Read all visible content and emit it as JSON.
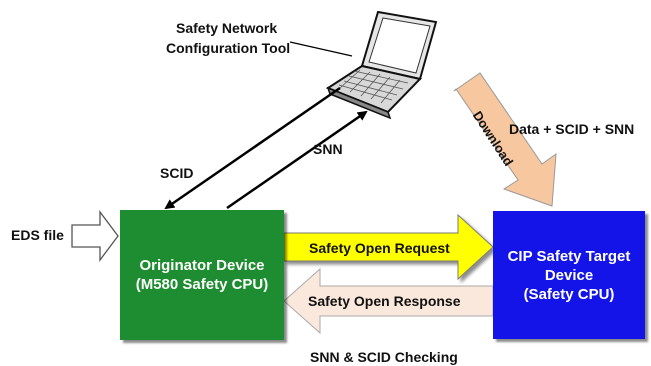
{
  "labels": {
    "tool_line1": "Safety Network",
    "tool_line2": "Configuration Tool",
    "scid": "SCID",
    "snn": "SNN",
    "data_scid_snn": "Data + SCID + SNN",
    "download": "Download",
    "eds_file": "EDS file",
    "open_request": "Safety Open Request",
    "open_response": "Safety Open Response",
    "checking": "SNN & SCID Checking"
  },
  "originator": {
    "line1": "Originator Device",
    "line2": "(M580 Safety CPU)",
    "color": "#1e8c30"
  },
  "target": {
    "line1": "CIP Safety Target",
    "line2": "Device",
    "line3": "(Safety CPU)",
    "color": "#1414e8"
  },
  "colors": {
    "request_arrow": "#ffff00",
    "response_arrow": "#fbe8dc",
    "download_arrow": "#f7c8a0"
  },
  "icons": [
    "laptop-icon"
  ]
}
